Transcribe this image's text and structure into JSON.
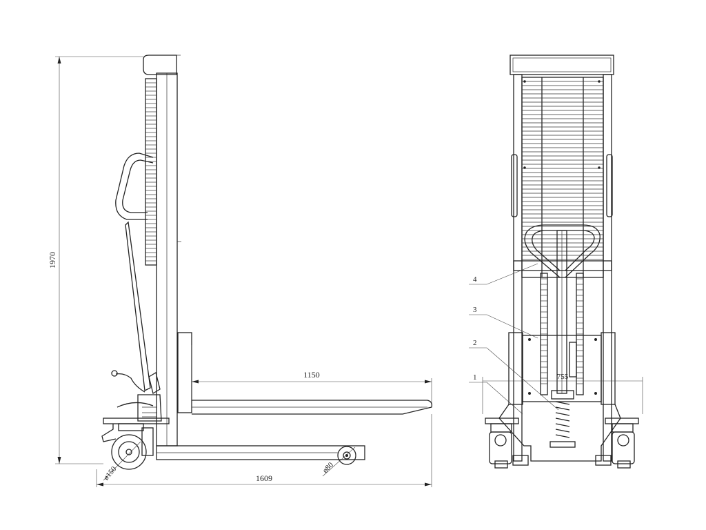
{
  "dimensions": {
    "overall_height": "1970",
    "fork_length": "1150",
    "overall_length": "1609",
    "front_wheel_dia": "ø150",
    "rear_wheel_dia": "ø80",
    "fork_width": "755"
  },
  "callouts": [
    "1",
    "2",
    "3",
    "4"
  ],
  "colors": {
    "line": "#222222",
    "background": "#ffffff"
  }
}
